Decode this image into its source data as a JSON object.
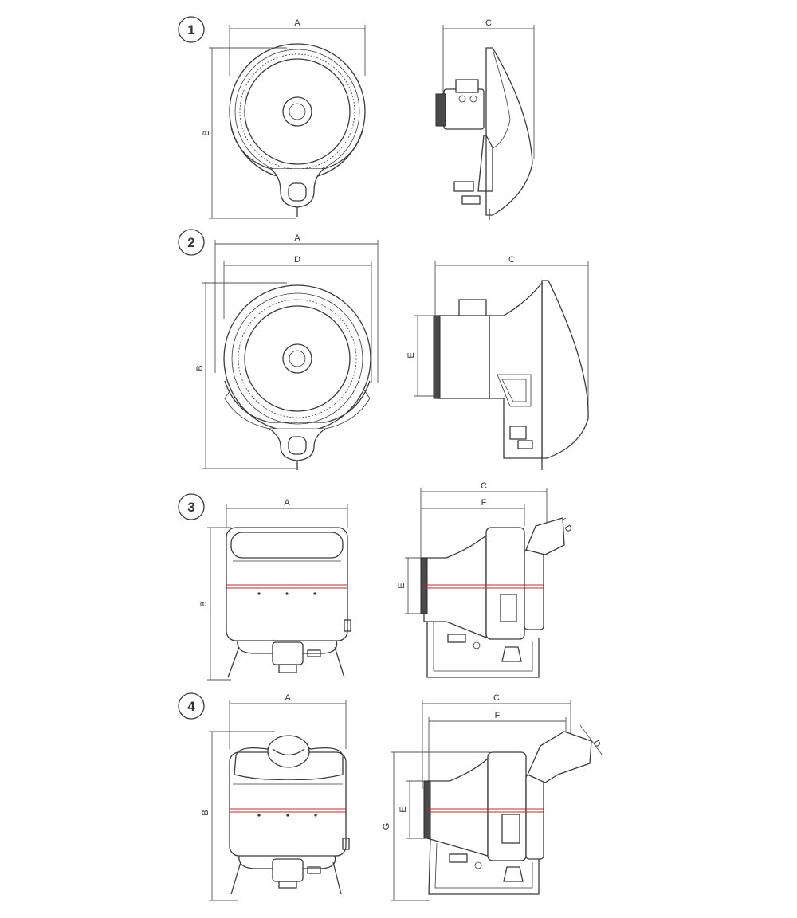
{
  "variants": [
    {
      "number": "1",
      "front_labels": {
        "width": "A",
        "height": "B"
      },
      "side_labels": {
        "depth": "C"
      }
    },
    {
      "number": "2",
      "front_labels": {
        "width": "A",
        "inner": "D",
        "height": "B"
      },
      "side_labels": {
        "depth": "C",
        "height": "E"
      }
    },
    {
      "number": "3",
      "front_labels": {
        "width": "A",
        "height": "B"
      },
      "side_labels": {
        "depth": "C",
        "inner": "F",
        "height": "E",
        "diag": "D"
      }
    },
    {
      "number": "4",
      "front_labels": {
        "width": "A",
        "height": "B"
      },
      "side_labels": {
        "depth": "C",
        "inner": "F",
        "height": "E",
        "diag": "D",
        "total": "G"
      }
    }
  ],
  "colors": {
    "line": "#3a3a3a",
    "accent": "#b03030"
  }
}
